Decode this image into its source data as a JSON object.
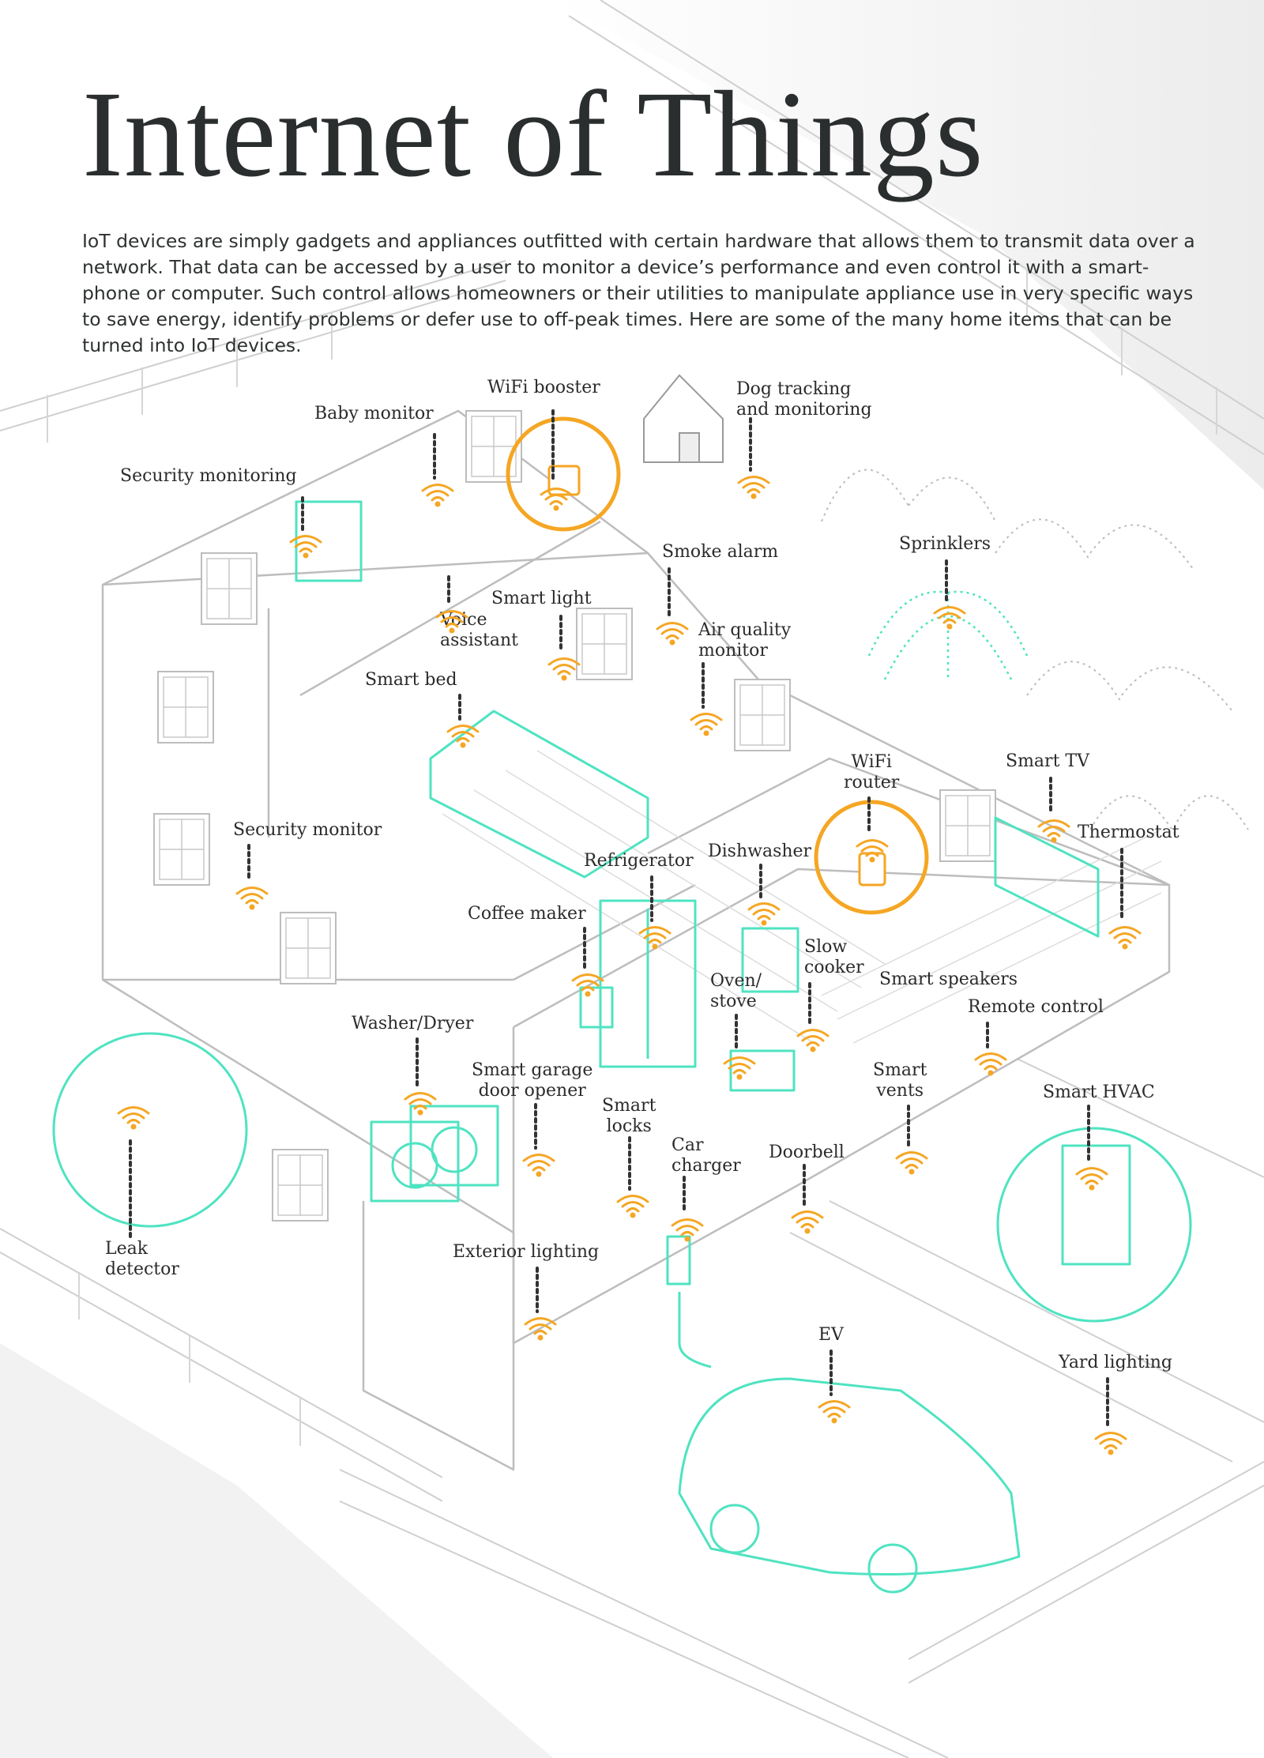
{
  "title": "Internet of Things",
  "intro": "IoT devices are simply gadgets and appliances outfitted with certain hardware that allows them to transmit data over a network. That data can be accessed by a user to monitor a device’s performance and even control it with a smart-phone or computer. Such control allows homeowners or their utilities to manipulate appliance use in very specific ways to save energy, identify problems or defer use to off-peak times. Here are some of the many home items that can be turned into IoT devices.",
  "colors": {
    "accent_orange": "#f5a623",
    "accent_teal": "#4fe3c1",
    "line_gray": "#c9c9c9",
    "text": "#2b2b2b"
  },
  "devices": [
    {
      "id": "wifi-booster",
      "label": "WiFi booster"
    },
    {
      "id": "baby-monitor",
      "label": "Baby monitor"
    },
    {
      "id": "dog-tracking",
      "label": "Dog tracking\nand monitoring"
    },
    {
      "id": "security-monitoring",
      "label": "Security monitoring"
    },
    {
      "id": "sprinklers",
      "label": "Sprinklers"
    },
    {
      "id": "smoke-alarm",
      "label": "Smoke alarm"
    },
    {
      "id": "smart-light",
      "label": "Smart light"
    },
    {
      "id": "voice-assistant",
      "label": "Voice\nassistant"
    },
    {
      "id": "air-quality-monitor",
      "label": "Air quality\nmonitor"
    },
    {
      "id": "smart-bed",
      "label": "Smart bed"
    },
    {
      "id": "wifi-router",
      "label": "WiFi\nrouter"
    },
    {
      "id": "smart-tv",
      "label": "Smart TV"
    },
    {
      "id": "security-monitor",
      "label": "Security monitor"
    },
    {
      "id": "thermostat",
      "label": "Thermostat"
    },
    {
      "id": "dishwasher",
      "label": "Dishwasher"
    },
    {
      "id": "refrigerator",
      "label": "Refrigerator"
    },
    {
      "id": "coffee-maker",
      "label": "Coffee maker"
    },
    {
      "id": "slow-cooker",
      "label": "Slow\ncooker"
    },
    {
      "id": "oven-stove",
      "label": "Oven/\nstove"
    },
    {
      "id": "smart-speakers",
      "label": "Smart speakers"
    },
    {
      "id": "remote-control",
      "label": "Remote control"
    },
    {
      "id": "washer-dryer",
      "label": "Washer/Dryer"
    },
    {
      "id": "smart-garage-door-opener",
      "label": "Smart garage\ndoor opener"
    },
    {
      "id": "smart-vents",
      "label": "Smart\nvents"
    },
    {
      "id": "smart-hvac",
      "label": "Smart HVAC"
    },
    {
      "id": "smart-locks",
      "label": "Smart\nlocks"
    },
    {
      "id": "car-charger",
      "label": "Car\ncharger"
    },
    {
      "id": "doorbell",
      "label": "Doorbell"
    },
    {
      "id": "leak-detector",
      "label": "Leak\ndetector"
    },
    {
      "id": "exterior-lighting",
      "label": "Exterior lighting"
    },
    {
      "id": "ev",
      "label": "EV"
    },
    {
      "id": "yard-lighting",
      "label": "Yard lighting"
    }
  ]
}
